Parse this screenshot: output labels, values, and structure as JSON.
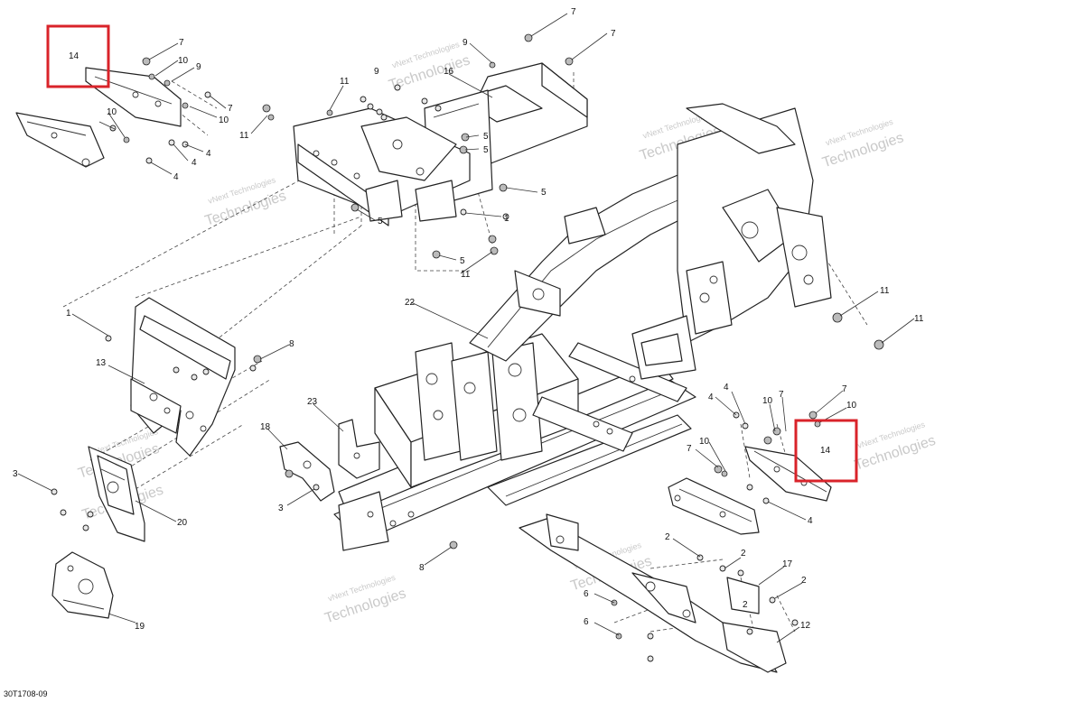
{
  "diagram": {
    "figure_code": "30T1708-09",
    "watermark_text": [
      "vNext Technologies",
      "Technologies"
    ],
    "highlight_color": "#d9232a",
    "highlight_label": "14",
    "callouts": {
      "c1": "7",
      "c2": "7",
      "c3": "9",
      "c4": "16",
      "c5": "9",
      "c6": "11",
      "c7": "11",
      "c8": "5",
      "c9": "5",
      "c10": "5",
      "c11": "5",
      "c12": "1",
      "c13": "5",
      "c14": "11",
      "c15": "7",
      "c16": "10",
      "c17": "9",
      "c18": "10",
      "c19": "10",
      "c20": "7",
      "c21": "4",
      "c22": "4",
      "c23": "4",
      "c24": "1",
      "c25": "13",
      "c26": "8",
      "c27": "3",
      "c28": "20",
      "c29": "19",
      "c30": "22",
      "c31": "23",
      "c32": "18",
      "c33": "3",
      "c34": "8",
      "c35": "11",
      "c36": "11",
      "c37": "4",
      "c38": "4",
      "c39": "10",
      "c40": "7",
      "c41": "7",
      "c42": "10",
      "c43": "7",
      "c44": "10",
      "c45": "4",
      "c46": "2",
      "c47": "2",
      "c48": "17",
      "c49": "2",
      "c50": "6",
      "c51": "6",
      "c52": "12",
      "c53": "2",
      "c54": "14",
      "c55": "14"
    }
  }
}
